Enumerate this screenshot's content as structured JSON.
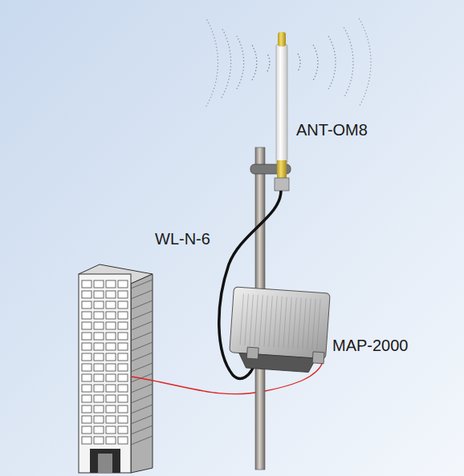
{
  "diagram": {
    "labels": [
      "ANT-OM8",
      "WL-N-6",
      "MAP-2000"
    ]
  }
}
